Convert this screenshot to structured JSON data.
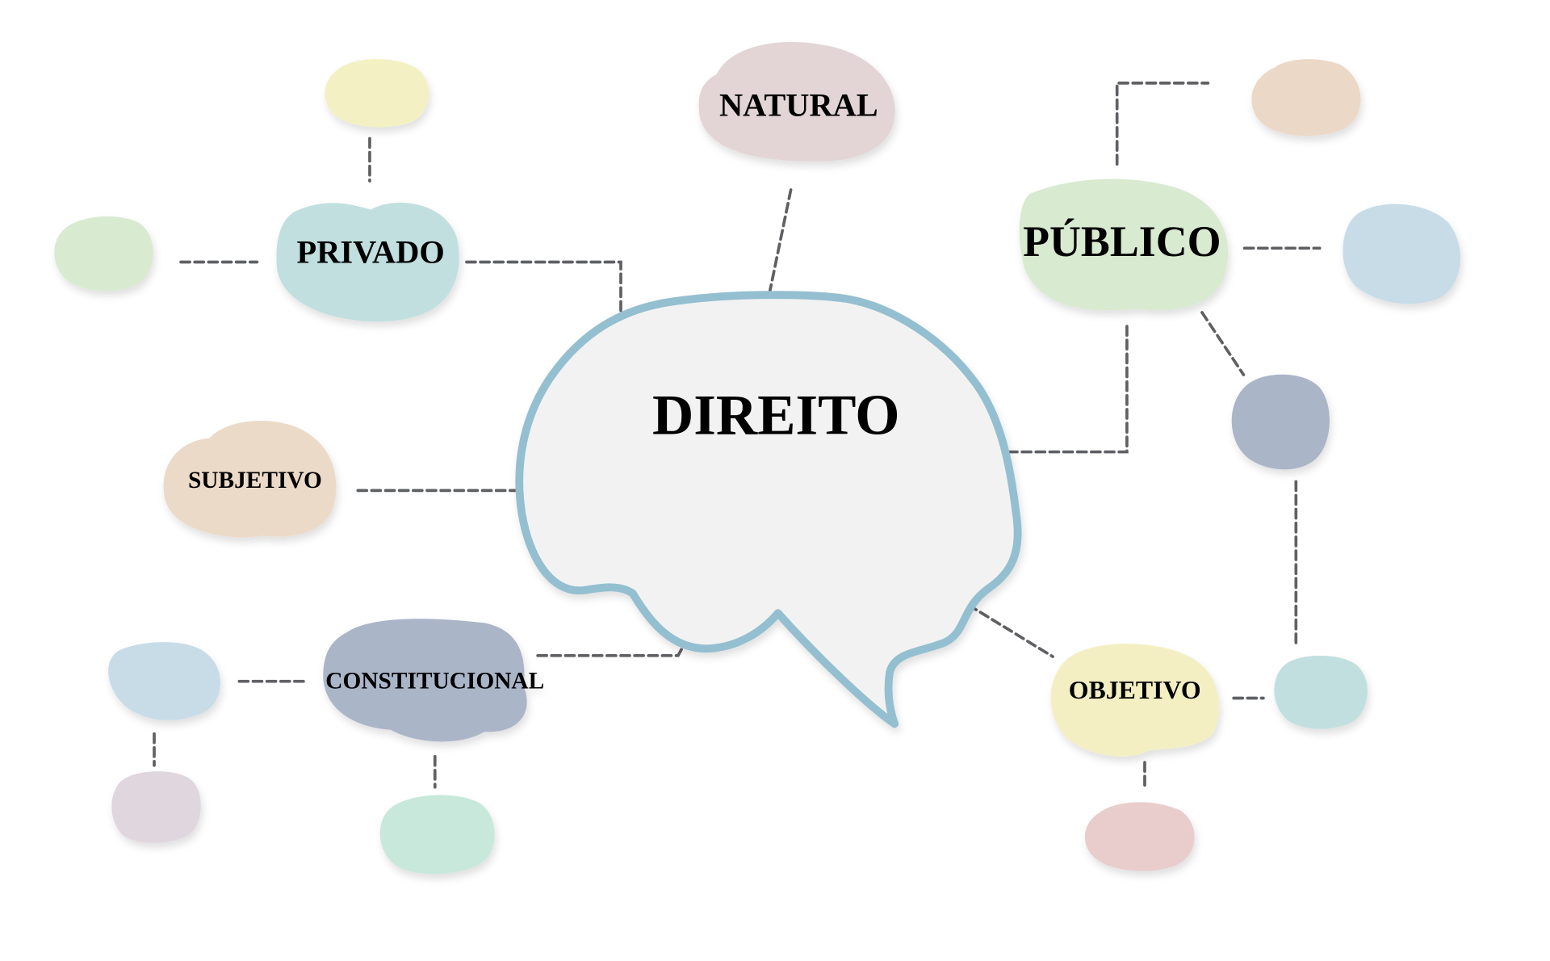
{
  "diagram": {
    "type": "mind-map",
    "central": {
      "label": "DIREITO",
      "shape": "brain-speech-bubble",
      "fill": "#f2f2f2",
      "stroke": "#94bfd0"
    },
    "nodes": [
      {
        "id": "natural",
        "label": "NATURAL",
        "fill": "#e3d5d6"
      },
      {
        "id": "privado",
        "label": "PRIVADO",
        "fill": "#c1dfdf"
      },
      {
        "id": "publico",
        "label": "PÚBLICO",
        "fill": "#d8eacf"
      },
      {
        "id": "subjetivo",
        "label": "SUBJETIVO",
        "fill": "#ecdac8"
      },
      {
        "id": "constitucional",
        "label": "CONSTITUCIONAL",
        "fill": "#abb5c8"
      },
      {
        "id": "objetivo",
        "label": "OBJETIVO",
        "fill": "#f3efc3"
      }
    ],
    "satellites": [
      {
        "parent": "privado",
        "position": "top",
        "fill": "#f3f0c3"
      },
      {
        "parent": "privado",
        "position": "left",
        "fill": "#d8eacf"
      },
      {
        "parent": "publico",
        "position": "top-right",
        "fill": "#ecd8c6"
      },
      {
        "parent": "publico",
        "position": "right",
        "fill": "#c8dce8"
      },
      {
        "parent": "publico",
        "position": "bottom-right",
        "fill": "#abb5c8"
      },
      {
        "parent": "objetivo",
        "position": "right",
        "fill": "#c2dfdf"
      },
      {
        "parent": "objetivo",
        "position": "bottom",
        "fill": "#e9cdcd"
      },
      {
        "parent": "constitucional",
        "position": "left",
        "fill": "#c8dce8"
      },
      {
        "parent": "constitucional",
        "position": "left-bottom",
        "fill": "#e0d6de"
      },
      {
        "parent": "constitucional",
        "position": "bottom",
        "fill": "#c9e8dc"
      }
    ],
    "connector_color": "#5f6063"
  }
}
